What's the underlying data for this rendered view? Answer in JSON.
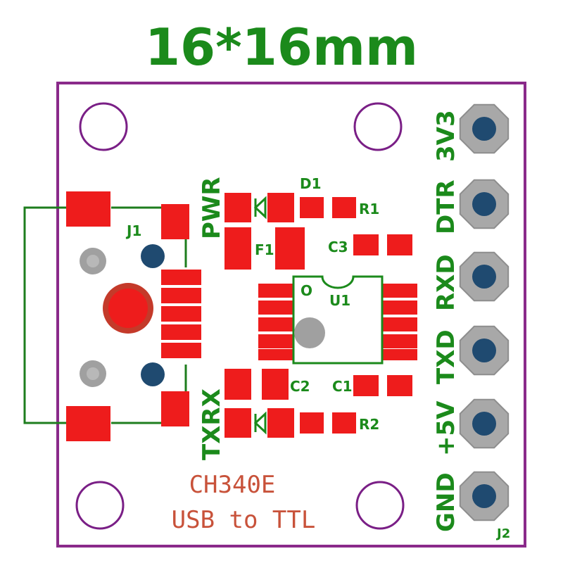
{
  "title": "16*16mm",
  "labels": {
    "j1": "J1",
    "j2": "J2",
    "pwr": "PWR",
    "txrx": "TXRX",
    "d1": "D1",
    "r1": "R1",
    "r2": "R2",
    "f1": "F1",
    "c1": "C1",
    "c2": "C2",
    "c3": "C3",
    "u1": "U1",
    "u1_pin1": "O"
  },
  "chip_name": "CH340E",
  "chip_desc": "USB to TTL",
  "header_pins": [
    "3V3",
    "DTR",
    "RXD",
    "TXD",
    "+5V",
    "GND"
  ],
  "colors": {
    "board_outline": "#8a2a8a",
    "copper_pad": "#ee1c1c",
    "silkscreen": "#1b8a1b",
    "text_red": "#c8523a",
    "via": "#1f4a70",
    "drill": "#a0a0a0"
  }
}
